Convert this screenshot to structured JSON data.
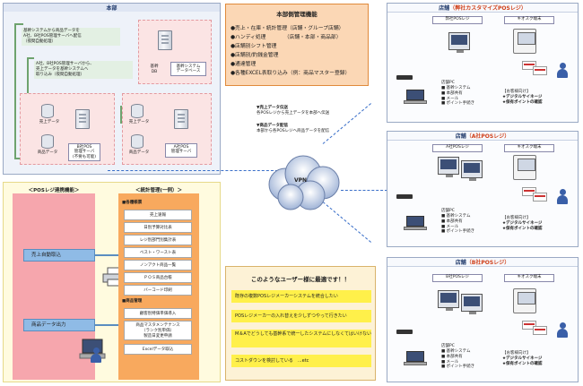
{
  "hq": {
    "title": "本部",
    "note_core": "基幹システムから商品データを\nA社、B社POS管理サーバへ配信\n（夜間自動処理）",
    "note_pos": "A社、B社POS管理サーバから、\n売上データを基幹システムへ\n取り込み（夜間自動処理）",
    "core_server_label": "基幹\nDB",
    "core_system_label": "基幹システム\nデータベース",
    "b_sales": "売上データ",
    "b_products": "商品データ",
    "b_server_label": "B社POS\n管理サーバ\n(不要も可能)",
    "a_sales": "売上データ",
    "a_products": "商品データ",
    "a_server_label": "A社POS\n管理サーバ"
  },
  "functions": {
    "title": "本部側管理機能",
    "items": [
      "●売上・在庫・統計管理（店舗・グループ店舗）",
      "●ハンディ処理　　　　（店舗・本部・商品部）",
      "●店舗別シフト管理",
      "●店舗別/釣銭金管理",
      "●通達管理",
      "●各種EXCEL表取り込み（例：商品マスター登録）"
    ]
  },
  "flows": {
    "sales_title": "▼売上データ伝送",
    "sales_desc": "各POSレジから売上データを本部へ伝送",
    "product_title": "▼商品データ配信",
    "product_desc": "本部から各POSレジへ商品データを配信"
  },
  "vpn_label": "VPN",
  "stores": [
    {
      "name": "店舗",
      "sub": "（弊社カスタマイズPOSレジ）",
      "pos_label": "弊社POSレジ",
      "kiosk_label": "キオスク端末",
      "pc_title": "店舗PC",
      "pc_items": [
        "■ 基幹システム",
        "■ 本部共有",
        "■ メール",
        "■ ポイント手続き"
      ],
      "cust_title": "【お客様向け】",
      "cust_items": [
        "★デジタルサイネージ",
        "★保有ポイントの確認"
      ]
    },
    {
      "name": "店舗",
      "sub": "（A社POSレジ）",
      "pos_label": "A社POSレジ",
      "kiosk_label": "キオスク端末",
      "pc_title": "店舗PC",
      "pc_items": [
        "■ 基幹システム",
        "■ 本部共有",
        "■ メール",
        "■ ポイント手続き"
      ],
      "cust_title": "【お客様向け】",
      "cust_items": [
        "★デジタルサイネージ",
        "★保有ポイントの確認"
      ]
    },
    {
      "name": "店舗",
      "sub": "（B社POSレジ）",
      "pos_label": "B社POSレジ",
      "kiosk_label": "キオスク端末",
      "pc_title": "店舗PC",
      "pc_items": [
        "■ 基幹システム",
        "■ 本部共有",
        "■ メール",
        "■ ポイント手続き"
      ],
      "cust_title": "【お客様向け】",
      "cust_items": [
        "★デジタルサイネージ",
        "★保有ポイントの確認"
      ]
    }
  ],
  "pos_link": {
    "title": "＜POSレジ連携機能＞",
    "sales_import": "売上自動取込",
    "product_export": "商品データ出力"
  },
  "stats": {
    "title": "＜統計管理(一例）＞",
    "section1": "■各種帳票",
    "items1": [
      "売上速報",
      "日別予算対比表",
      "レジ別部門別集計表",
      "ベスト・ワースト表",
      "ノンアクト商品一覧",
      "ＰＯＳ商品台帳",
      "バーコード印刷"
    ],
    "section2": "■商品管理",
    "items2": [
      "顧客別特価単価導入",
      "商品マスタメンテナンス\n（ランク別単価）\n製造日変更申請",
      "Excelデータ取込"
    ]
  },
  "users": {
    "title": "このようなユーザー様に最適です！！",
    "items": [
      "既存の複数POSレジメーカーシステムを統合したい",
      "POSレジメーカーの入れ替えを少しずつやって行きたい",
      "M＆Aでどうしても基幹系で統一したシステムにしなくてはいけない",
      "コストダウンを検討している　...etc"
    ]
  }
}
